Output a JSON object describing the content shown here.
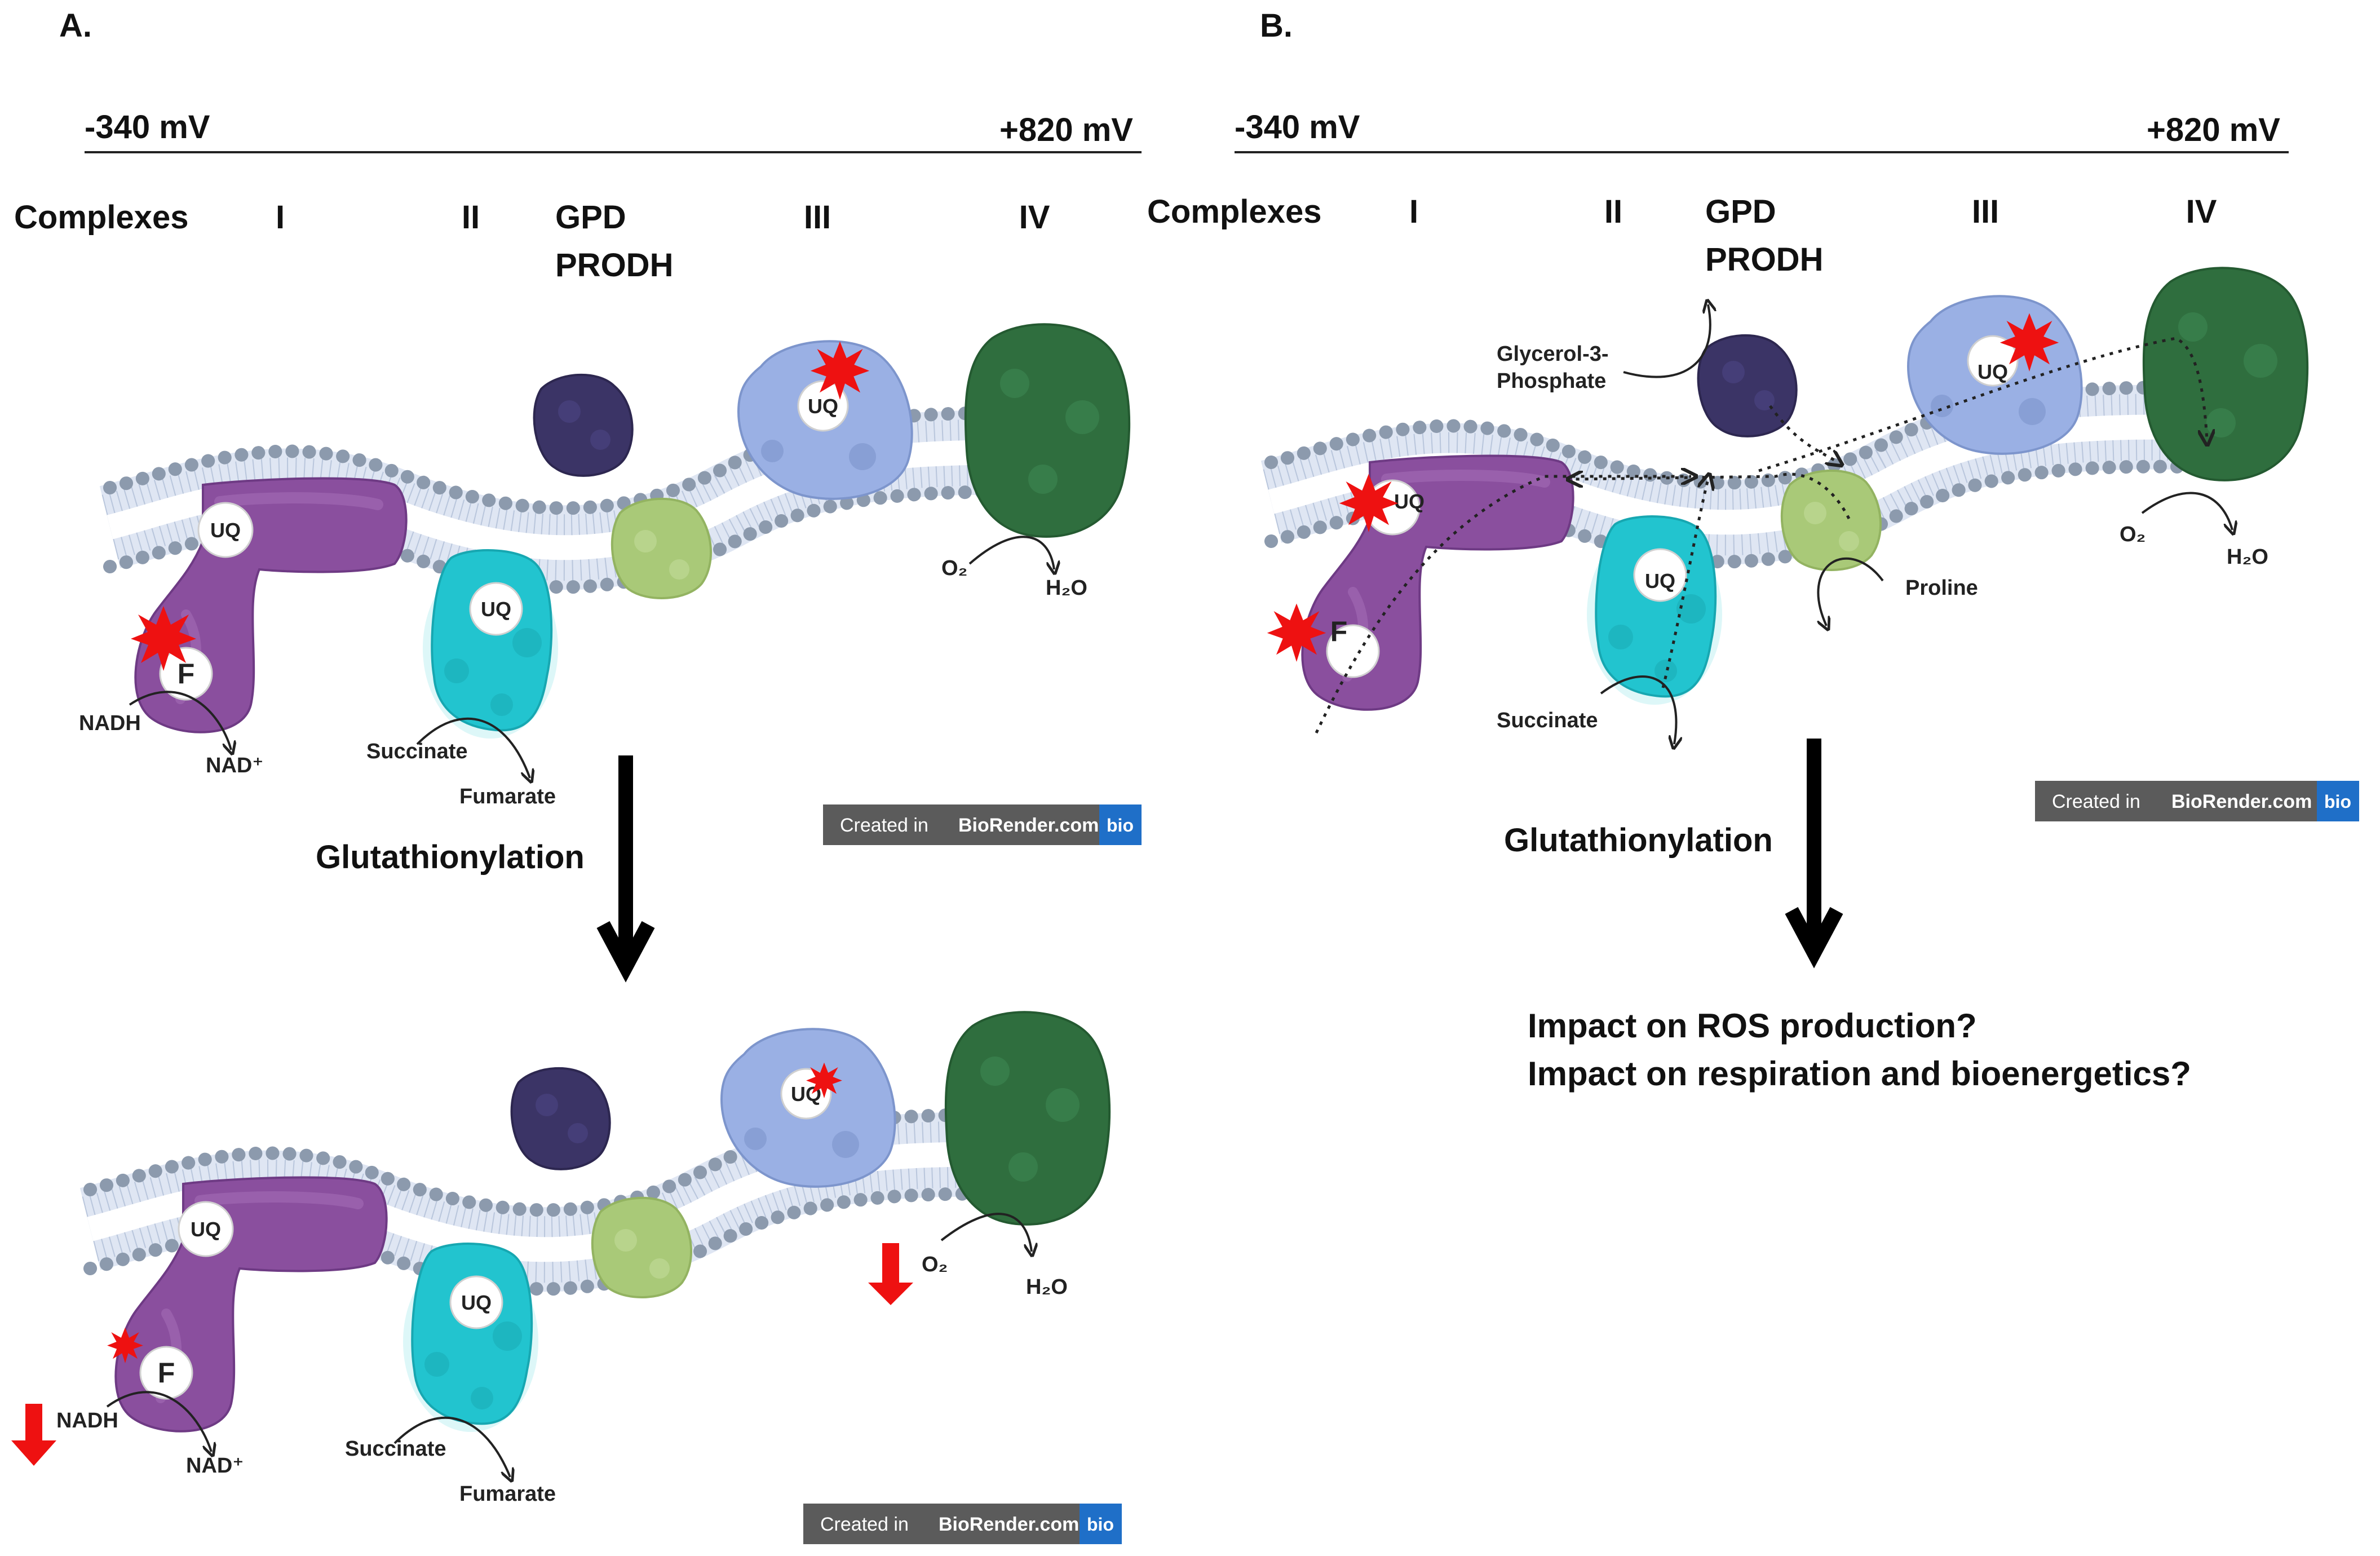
{
  "panel_a": {
    "label": "A.",
    "potential_low": "-340 mV",
    "potential_high": "+820 mV",
    "complexes_label": "Complexes",
    "complex_i": "I",
    "complex_ii": "II",
    "gpd": "GPD",
    "prodh": "PRODH",
    "complex_iii": "III",
    "complex_iv": "IV",
    "uq": "UQ",
    "f_site": "F",
    "nadh": "NADH",
    "nad": "NAD⁺",
    "succinate": "Succinate",
    "fumarate": "Fumarate",
    "o2": "O₂",
    "h2o": "H₂O",
    "arrow_label": "Glutathionylation",
    "badge_created": "Created in",
    "badge_brand": "BioRender.com",
    "badge_logo": "bio"
  },
  "panel_b": {
    "label": "B.",
    "potential_low": "-340 mV",
    "potential_high": "+820 mV",
    "complexes_label": "Complexes",
    "complex_i": "I",
    "complex_ii": "II",
    "gpd": "GPD",
    "prodh": "PRODH",
    "complex_iii": "III",
    "complex_iv": "IV",
    "uq": "UQ",
    "f_site": "F",
    "g3p_line1": "Glycerol-3-",
    "g3p_line2": "Phosphate",
    "proline": "Proline",
    "succinate": "Succinate",
    "o2": "O₂",
    "h2o": "H₂O",
    "arrow_label": "Glutathionylation",
    "question_1": "Impact on ROS production?",
    "question_2": "Impact on respiration and bioenergetics?",
    "badge_created": "Created in",
    "badge_brand": "BioRender.com",
    "badge_logo": "bio"
  },
  "colors": {
    "complex_i": "#8a4f9e",
    "complex_ii": "#22c4cf",
    "gpd": "#3b3466",
    "prodh": "#a9c978",
    "complex_iii": "#9ab0e4",
    "complex_iv": "#2f6e3e",
    "ros_star": "#ee1111",
    "decrease_arrow": "#ee1111",
    "membrane_head": "#8c9aad",
    "badge_bg": "#5b5b5b",
    "badge_logo_bg": "#1f6fc8"
  }
}
